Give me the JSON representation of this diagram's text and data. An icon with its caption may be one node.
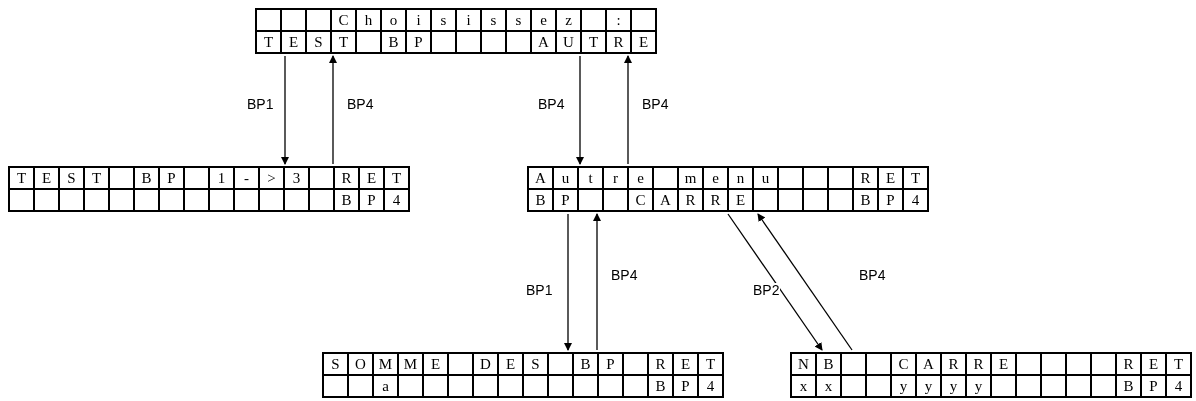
{
  "diagram": {
    "nodes": [
      {
        "text": [
          "C",
          "h",
          "o",
          "i",
          "s",
          "i",
          "s",
          "s",
          "e",
          "z",
          ":",
          "T",
          "E",
          "S",
          "T",
          "B",
          "P",
          "A",
          "U",
          "T",
          "R",
          "E"
        ]
      },
      {
        "text": [
          "T",
          "E",
          "S",
          "T",
          "B",
          "P",
          "1",
          "-",
          ">",
          "3",
          "R",
          "E",
          "T",
          "B",
          "P",
          "4"
        ]
      },
      {
        "text": [
          "A",
          "u",
          "t",
          "r",
          "e",
          "m",
          "e",
          "n",
          "u",
          "R",
          "E",
          "T",
          "B",
          "P",
          "C",
          "A",
          "R",
          "R",
          "E",
          "B",
          "P",
          "4"
        ]
      },
      {
        "text": [
          "S",
          "O",
          "M",
          "M",
          "E",
          "D",
          "E",
          "S",
          "B",
          "P",
          "R",
          "E",
          "T",
          "a",
          "B",
          "P",
          "4"
        ]
      },
      {
        "text": [
          "N",
          "B",
          "C",
          "A",
          "R",
          "R",
          "E",
          "R",
          "E",
          "T",
          "x",
          "x",
          "y",
          "y",
          "y",
          "y",
          "B",
          "P",
          "4"
        ]
      }
    ],
    "edges": [
      {
        "from": 0,
        "to": 1,
        "arrow": "to",
        "label": "BP1"
      },
      {
        "from": 1,
        "to": 0,
        "arrow": "to",
        "label": "BP4"
      },
      {
        "from": 0,
        "to": 2,
        "arrow": "to",
        "label": "BP4"
      },
      {
        "from": 2,
        "to": 0,
        "arrow": "to",
        "label": "BP4"
      },
      {
        "from": 2,
        "to": 3,
        "arrow": "to",
        "label": "BP1"
      },
      {
        "from": 3,
        "to": 2,
        "arrow": "to",
        "label": "BP4"
      },
      {
        "from": 2,
        "to": 4,
        "arrow": "to",
        "label": "BP2"
      },
      {
        "from": 4,
        "to": 2,
        "arrow": "to",
        "label": "BP4"
      }
    ]
  }
}
